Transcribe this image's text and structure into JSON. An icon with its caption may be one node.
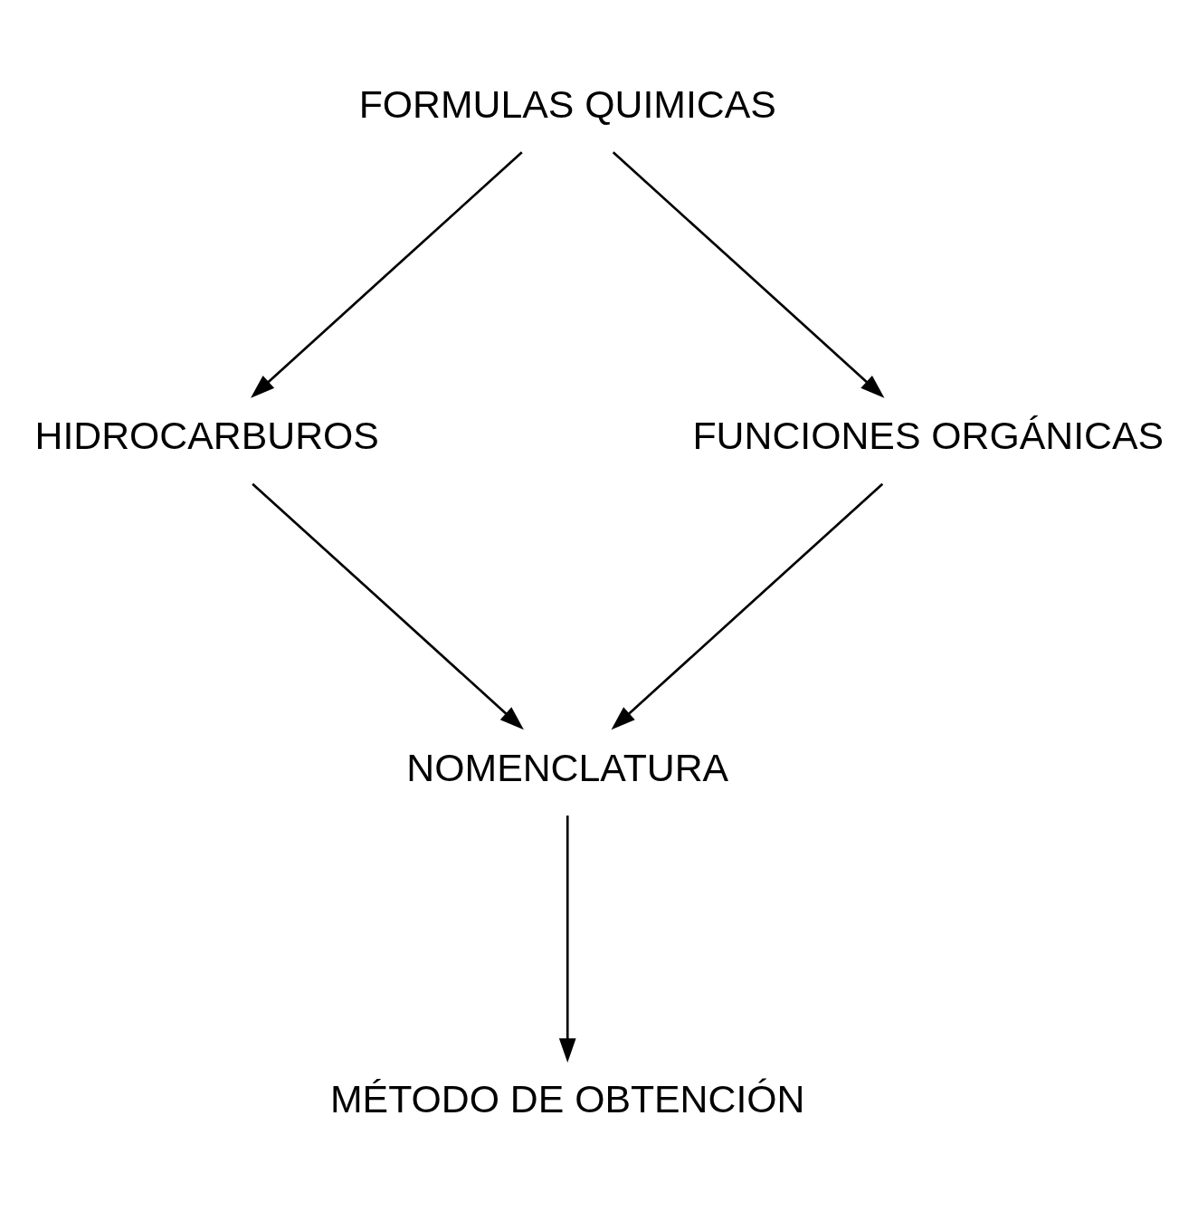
{
  "diagram": {
    "nodes": [
      {
        "text": [
          "FORMULAS QUIMICAS"
        ]
      },
      {
        "text": [
          "HIDROCARBUROS"
        ]
      },
      {
        "text": [
          "FUNCIONES ORGÁNICAS"
        ]
      },
      {
        "text": [
          "NOMENCLATURA"
        ]
      },
      {
        "text": [
          "MÉTODO DE OBTENCIÓN"
        ]
      }
    ],
    "edges": [
      {
        "from": 0,
        "to": 1,
        "arrow": "to"
      },
      {
        "from": 0,
        "to": 2,
        "arrow": "to"
      },
      {
        "from": 1,
        "to": 3,
        "arrow": "to"
      },
      {
        "from": 2,
        "to": 3,
        "arrow": "to"
      },
      {
        "from": 3,
        "to": 4,
        "arrow": "to"
      }
    ]
  }
}
